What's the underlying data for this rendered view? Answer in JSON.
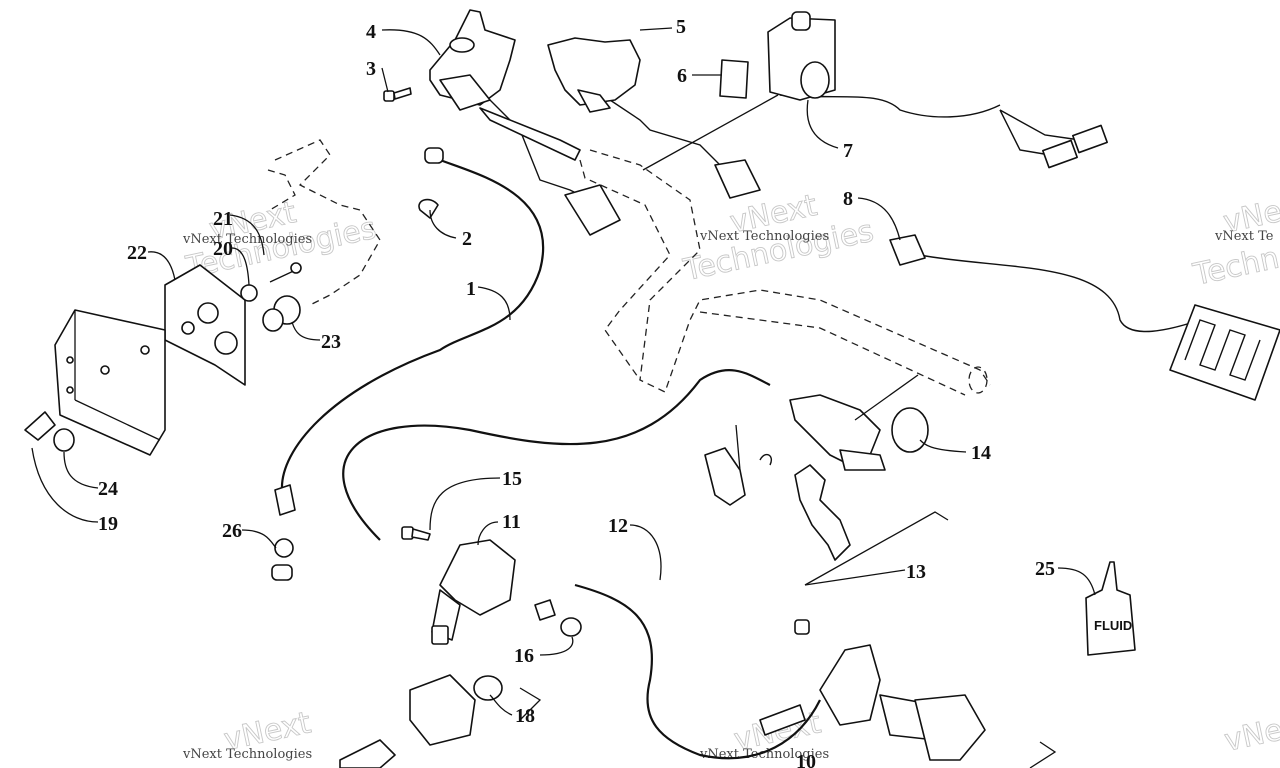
{
  "diagram": {
    "callouts": [
      "1",
      "2",
      "3",
      "4",
      "5",
      "6",
      "7",
      "8",
      "10",
      "11",
      "12",
      "13",
      "14",
      "15",
      "16",
      "18",
      "19",
      "20",
      "21",
      "22",
      "23",
      "24",
      "25",
      "26"
    ],
    "bottle_label": "FLUID",
    "watermark": {
      "brand": "vNext",
      "company": "vNext Technologies",
      "word": "Technologies",
      "partial_company": "vNext Te",
      "partial_word": "Techn"
    }
  }
}
